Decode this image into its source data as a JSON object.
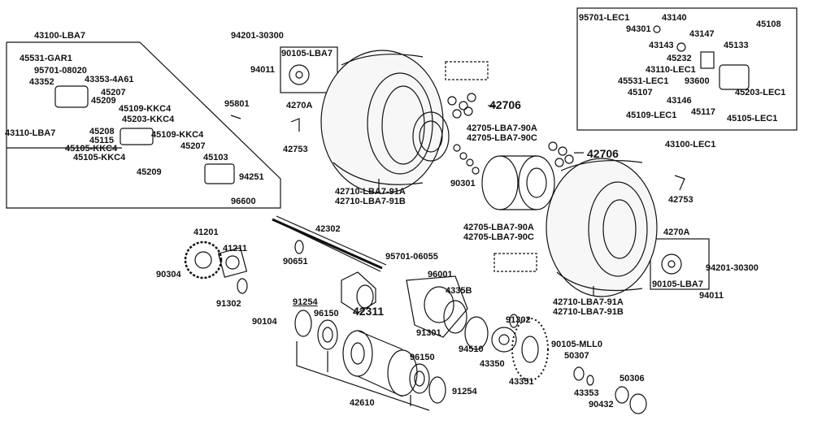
{
  "labels": {
    "l_43100_lba7": "43100-LBA7",
    "l_45531_gar1": "45531-GAR1",
    "l_95701_08020": "95701-08020",
    "l_43352": "43352",
    "l_43353_4a61": "43353-4A61",
    "l_45207_a": "45207",
    "l_45209_a": "45209",
    "l_45109_kkc4": "45109-KKC4",
    "l_45203_kkc4": "45203-KKC4",
    "l_43110_lba7": "43110-LBA7",
    "l_45208": "45208",
    "l_45115": "45115",
    "l_45105_kkc4_a": "45105-KKC4",
    "l_45105_kkc4_b": "45105-KKC4",
    "l_45109_kkc4_b": "45109-KKC4",
    "l_45207_b": "45207",
    "l_45103": "45103",
    "l_45209_b": "45209",
    "l_94251": "94251",
    "l_96600": "96600",
    "l_94201_30300_a": "94201-30300",
    "l_94011_a": "94011",
    "l_90105_lba7_a": "90105-LBA7",
    "l_4270a_a": "4270A",
    "l_95801": "95801",
    "l_42753_a": "42753",
    "l_42706_a": "42706",
    "l_42705_90a_a": "42705-LBA7-90A",
    "l_42705_90c_a": "42705-LBA7-90C",
    "l_42706_b": "42706",
    "l_42710_91a_a": "42710-LBA7-91A",
    "l_42710_91b_a": "42710-LBA7-91B",
    "l_90301": "90301",
    "l_42705_90a_b": "42705-LBA7-90A",
    "l_42705_90c_b": "42705-LBA7-90C",
    "l_95701_lec1": "95701-LEC1",
    "l_43140": "43140",
    "l_94301": "94301",
    "l_43147": "43147",
    "l_45108": "45108",
    "l_43143": "43143",
    "l_45133": "45133",
    "l_45232": "45232",
    "l_43110_lec1": "43110-LEC1",
    "l_45531_lec1": "45531-LEC1",
    "l_93600": "93600",
    "l_45107": "45107",
    "l_43146": "43146",
    "l_45203_lec1": "45203-LEC1",
    "l_45117": "45117",
    "l_45109_lec1": "45109-LEC1",
    "l_45105_lec1": "45105-LEC1",
    "l_43100_lec1": "43100-LEC1",
    "l_42753_b": "42753",
    "l_4270a_b": "4270A",
    "l_94201_30300_b": "94201-30300",
    "l_90105_lba7_b": "90105-LBA7",
    "l_94011_b": "94011",
    "l_42710_91a_b": "42710-LBA7-91A",
    "l_42710_91b_b": "42710-LBA7-91B",
    "l_41201": "41201",
    "l_42302": "42302",
    "l_41211": "41211",
    "l_90304": "90304",
    "l_90651": "90651",
    "l_95701_06055": "95701-06055",
    "l_96001": "96001",
    "l_4335b": "4335B",
    "l_91302_a": "91302",
    "l_91254_a": "91254",
    "l_96150_a": "96150",
    "l_42311": "42311",
    "l_90104": "90104",
    "l_91301": "91301",
    "l_91302_b": "91302",
    "l_94510": "94510",
    "l_90105_mll0": "90105-MLL0",
    "l_50307": "50307",
    "l_43350": "43350",
    "l_96150_b": "96150",
    "l_43351": "43351",
    "l_50306": "50306",
    "l_43353": "43353",
    "l_90432": "90432",
    "l_91254_b": "91254",
    "l_42610": "42610"
  }
}
